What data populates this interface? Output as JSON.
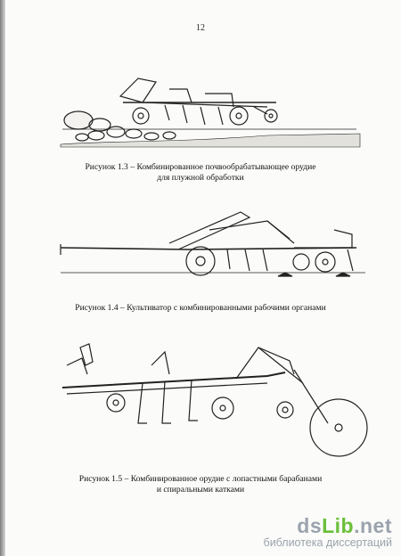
{
  "page": {
    "number": "12"
  },
  "figures": [
    {
      "caption_line1": "Рисунок 1.3 – Комбинированное почвообрабатывающее орудие",
      "caption_line2": "для плужной обработки"
    },
    {
      "caption_line1": "Рисунок 1.4 – Культиватор с комбинированными рабочими органами"
    },
    {
      "caption_line1": "Рисунок 1.5 – Комбинированное орудие с лопастными барабанами",
      "caption_line2": "и спиральными катками"
    }
  ],
  "watermark": {
    "brand_prefix": "ds",
    "brand_accent": "Lib",
    "brand_suffix": ".net",
    "subtitle": "библиотека диссертаций",
    "accent_color": "#6bbf3a",
    "text_color": "#9aa3ad"
  }
}
